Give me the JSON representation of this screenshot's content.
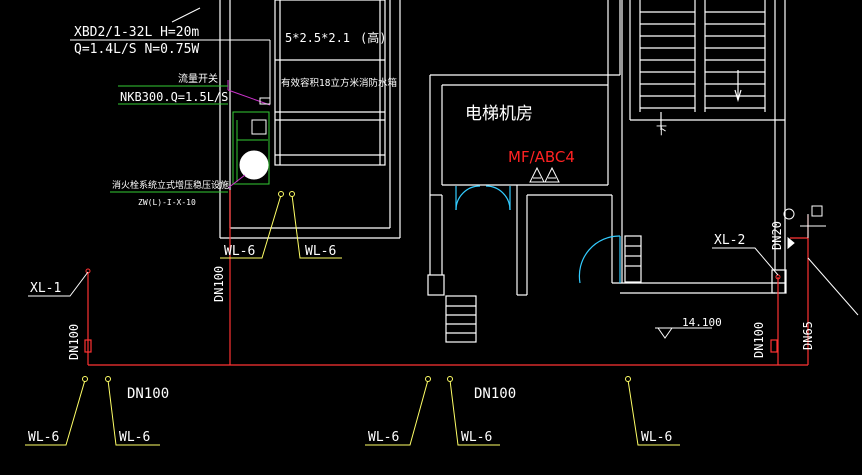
{
  "colors": {
    "background": "#000000",
    "wall": "#ffffff",
    "pipe": "#ff3333",
    "leader": "#ffff66",
    "cyan": "#33ccff",
    "green": "#33cc33",
    "magenta": "#cc33cc",
    "red_text": "#ff2222"
  },
  "pump": {
    "model": "XBD2/1-32L H=20m",
    "params": "Q=1.4L/S N=0.75W"
  },
  "flow_switch": {
    "title": "流量开关",
    "model": "NKB300.Q=1.5L/S"
  },
  "stabilizer": {
    "title": "消火栓系统立式增压稳压设施",
    "model": "ZW(L)-I-X-10"
  },
  "tank": {
    "dims": "5*2.5*2.1",
    "paren": "(高)",
    "desc": "有效容积18立方米消防水箱"
  },
  "elevator_room": {
    "title": "电梯机房",
    "extinguisher": "MF/ABC4"
  },
  "stair_down": "下",
  "elevation": "14.100",
  "risers": {
    "xl1": "XL-1",
    "xl2": "XL-2"
  },
  "sizes": {
    "dn100": "DN100",
    "dn20": "DN20",
    "dn65": "DN65"
  },
  "wl": "WL-6"
}
